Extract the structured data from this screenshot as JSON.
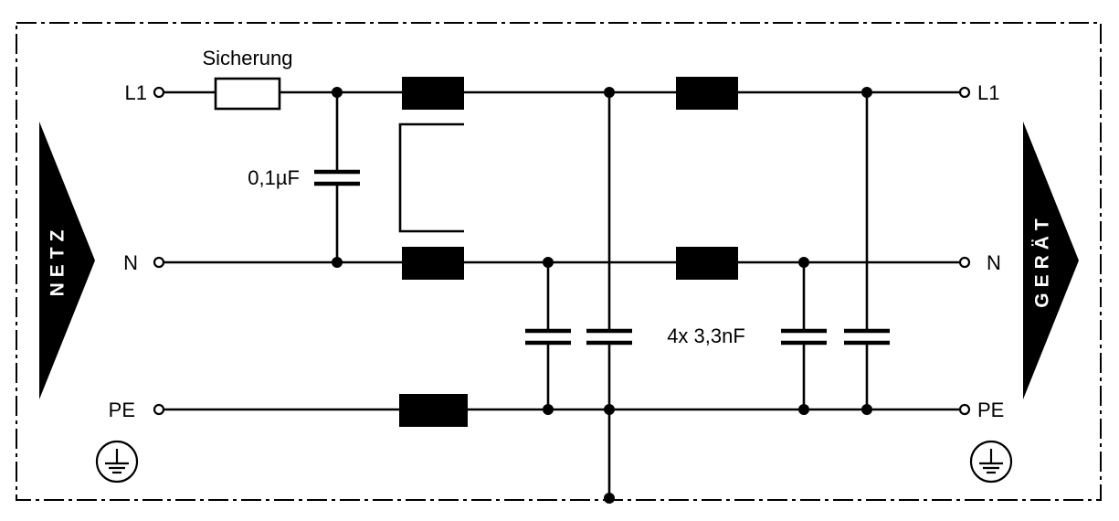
{
  "labels": {
    "fuse": "Sicherung",
    "cap_x": "0,1µF",
    "cap_y": "4x 3,3nF",
    "left_l1": "L1",
    "left_n": "N",
    "left_pe": "PE",
    "right_l1": "L1",
    "right_n": "N",
    "right_pe": "PE",
    "left_arrow": "NETZ",
    "right_arrow": "GERÄT"
  },
  "icons": {
    "left_earth": "protective-earth-icon",
    "right_earth": "protective-earth-icon"
  },
  "colors": {
    "ink": "#000000",
    "background": "#ffffff"
  }
}
